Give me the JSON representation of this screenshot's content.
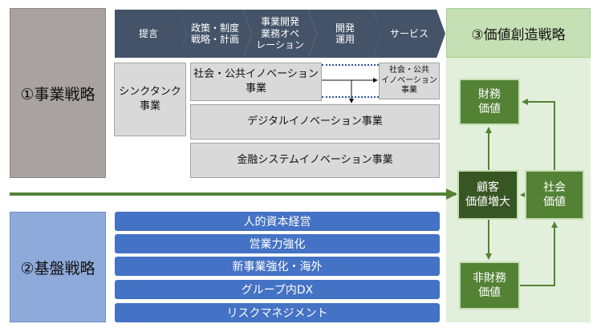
{
  "business_strategy": {
    "label": "①事業戦略"
  },
  "foundation_strategy": {
    "label": "②基盤戦略"
  },
  "value_strategy": {
    "label": "③価値創造戦略"
  },
  "process_steps": [
    {
      "lines": [
        "提言"
      ]
    },
    {
      "lines": [
        "政策・制度",
        "戦略・計画"
      ]
    },
    {
      "lines": [
        "事業開発",
        "業務オペ",
        "レーション"
      ]
    },
    {
      "lines": [
        "開発",
        "運用"
      ]
    },
    {
      "lines": [
        "サービス"
      ]
    }
  ],
  "businesses": {
    "think_tank": [
      "シンクタンク",
      "事業"
    ],
    "social_innovation": [
      "社会・公共イノベーション",
      "事業"
    ],
    "social_innovation_small": [
      "社会・公共",
      "イノベーション",
      "事業"
    ],
    "digital_innovation": "デジタルイノベーション事業",
    "finance_innovation": "金融システムイノベーション事業"
  },
  "foundations": [
    "人的資本経営",
    "営業力強化",
    "新事業強化・海外",
    "グループ内DX",
    "リスクマネジメント"
  ],
  "values": {
    "financial": [
      "財務",
      "価値"
    ],
    "customer": [
      "顧客",
      "価値増大"
    ],
    "social": [
      "社会",
      "価値"
    ],
    "non_financial": [
      "非財務",
      "価値"
    ]
  },
  "colors": {
    "arrow_green": "#548235",
    "chevron": "#445368",
    "foundation_blue": "#4472c4"
  }
}
